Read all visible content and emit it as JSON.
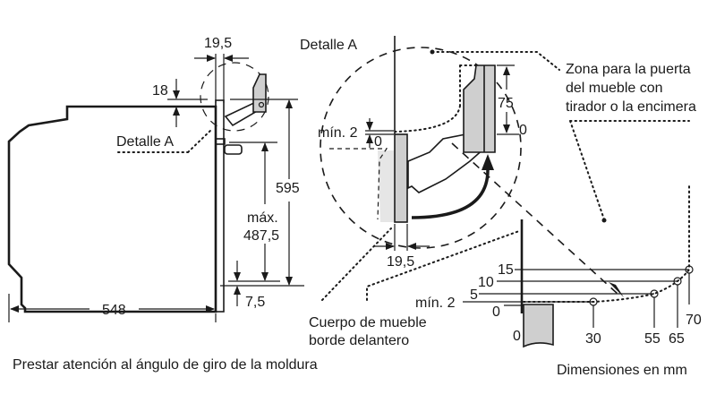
{
  "diagram": {
    "title_note": "Prestar atención al ángulo de giro de la moldura",
    "units_note": "Dimensiones en mm",
    "side_view": {
      "label_detail": "Detalle A",
      "dim_width": "548",
      "dim_height": "595",
      "dim_max_label": "máx.",
      "dim_max_value": "487,5",
      "dim_top_gap": "18",
      "dim_door_width": "19,5",
      "dim_bottom_gap": "7,5"
    },
    "detail_a": {
      "title": "Detalle A",
      "dim_min_label": "mín. 2",
      "dim_zero_left": "0",
      "dim_75": "75",
      "dim_zero_right": "0",
      "dim_door_width": "19,5",
      "zone_label_line1": "Zona para la puerta",
      "zone_label_line2": "del mueble con",
      "zone_label_line3": "tirador o la encimera",
      "cabinet_label_line1": "Cuerpo de mueble",
      "cabinet_label_line2": "borde delantero"
    },
    "clearance_chart": {
      "y_labels": [
        "15",
        "10",
        "5",
        "mín. 2",
        "0"
      ],
      "x_labels": [
        "0",
        "30",
        "55",
        "65",
        "70"
      ]
    }
  }
}
